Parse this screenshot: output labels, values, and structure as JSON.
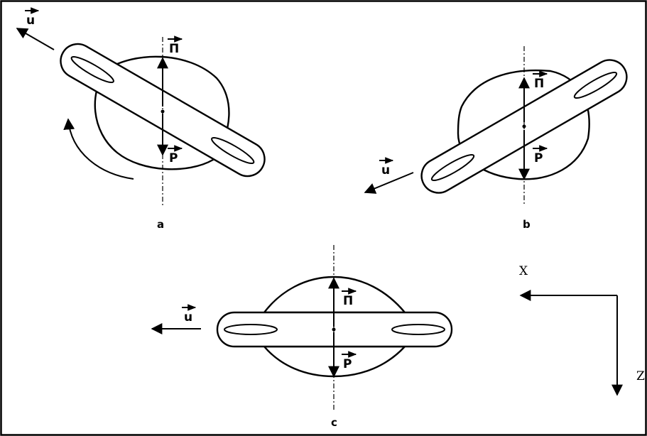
{
  "labels": {
    "u": "u",
    "pi": "Π",
    "p": "P",
    "panel_a": "a",
    "panel_b": "b",
    "panel_c": "c",
    "axis_x": "X",
    "axis_z": "Z"
  }
}
